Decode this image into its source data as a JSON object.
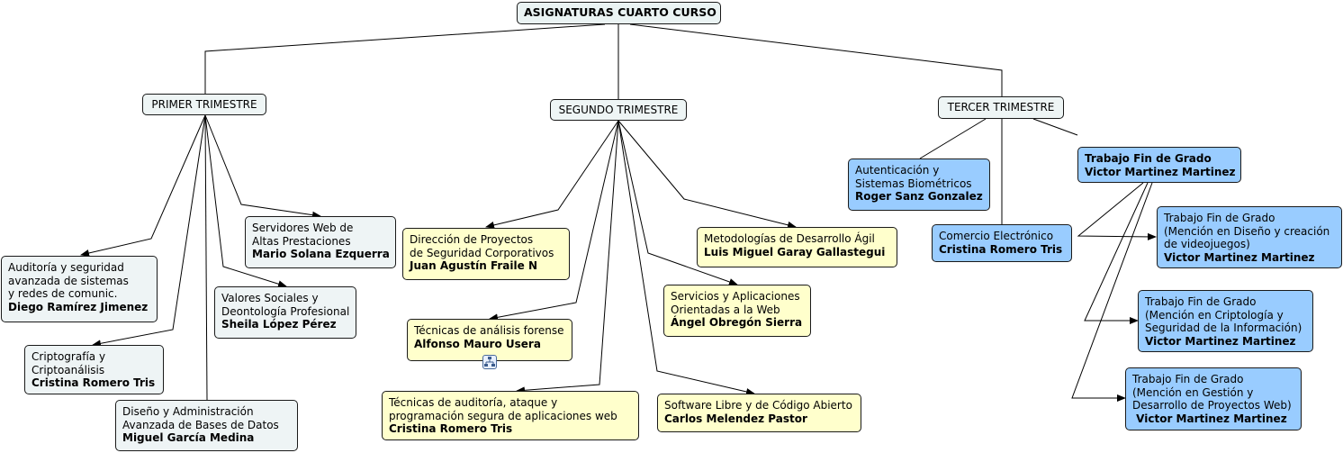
{
  "root": {
    "title": "ASIGNATURAS CUARTO CURSO"
  },
  "terms": {
    "t1": "PRIMER TRIMESTRE",
    "t2": "SEGUNDO TRIMESTRE",
    "t3": "TERCER TRIMESTRE"
  },
  "nodes": {
    "servidores": {
      "lines": [
        "Servidores Web de",
        "Altas Prestaciones"
      ],
      "teacher": "Mario Solana Ezquerra"
    },
    "auditoria": {
      "lines": [
        "Auditoría y seguridad",
        "avanzada de sistemas",
        "y redes de comunic."
      ],
      "teacher": "Diego Ramírez Jimenez"
    },
    "valores": {
      "lines": [
        "Valores Sociales y",
        "Deontología Profesional"
      ],
      "teacher": "Sheila López Pérez"
    },
    "cripto": {
      "lines": [
        "Criptografía y",
        "Criptoanálisis"
      ],
      "teacher": "Cristina Romero Tris"
    },
    "disenoBD": {
      "lines": [
        "Diseño y Administración",
        "Avanzada de Bases de Datos"
      ],
      "teacher": "Miguel García Medina"
    },
    "direccion": {
      "lines": [
        "Dirección de Proyectos",
        "de Seguridad Corporativos"
      ],
      "teacher": "Juan Agustín Fraile N"
    },
    "metodologias": {
      "lines": [
        "Metodologías de Desarrollo Ágil"
      ],
      "teacher": "Luis Miguel Garay Gallastegui"
    },
    "servicios": {
      "lines": [
        "Servicios y Aplicaciones",
        "Orientadas a la Web"
      ],
      "teacher": "Ángel Obregón Sierra"
    },
    "forense": {
      "lines": [
        "Técnicas de análisis forense"
      ],
      "teacher": "Alfonso Mauro Usera"
    },
    "tecnicasAud": {
      "lines": [
        "Técnicas de auditoría, ataque y",
        "programación segura de aplicaciones web"
      ],
      "teacher": "Cristina Romero Tris"
    },
    "softwareLibre": {
      "lines": [
        "Software Libre y de Código Abierto"
      ],
      "teacher": "Carlos Melendez Pastor"
    },
    "autenticacion": {
      "lines": [
        "Autenticación y",
        "Sistemas Biométricos"
      ],
      "teacher": "Roger Sanz Gonzalez"
    },
    "comercio": {
      "lines": [
        "Comercio Electrónico"
      ],
      "teacher": "Cristina Romero Tris"
    },
    "tfg": {
      "lines": [
        "Trabajo Fin de Grado"
      ],
      "teacher": "Victor Martinez Martinez"
    },
    "tfgJuegos": {
      "lines": [
        "Trabajo Fin de Grado",
        "(Mención en Diseño y creación",
        "de videojuegos)"
      ],
      "teacher": "Victor Martinez Martinez"
    },
    "tfgCripto": {
      "lines": [
        "Trabajo Fin de Grado",
        "(Mención en Criptología y",
        "Seguridad de la Información)"
      ],
      "teacher": "Victor Martinez Martinez"
    },
    "tfgGestion": {
      "lines": [
        "Trabajo Fin de Grado",
        "(Mención en Gestión y",
        "Desarrollo de Proyectos Web)"
      ],
      "teacher": " Victor Martinez Martinez"
    }
  },
  "colors": {
    "root": "#eaf3f3",
    "term": "#eef5f5",
    "term1_subject": "#eef4f5",
    "term2_subject": "#ffffcc",
    "term3_subject": "#99ccff",
    "line": "#000000"
  },
  "icons": {
    "resource": "concept-map-resource-icon"
  }
}
